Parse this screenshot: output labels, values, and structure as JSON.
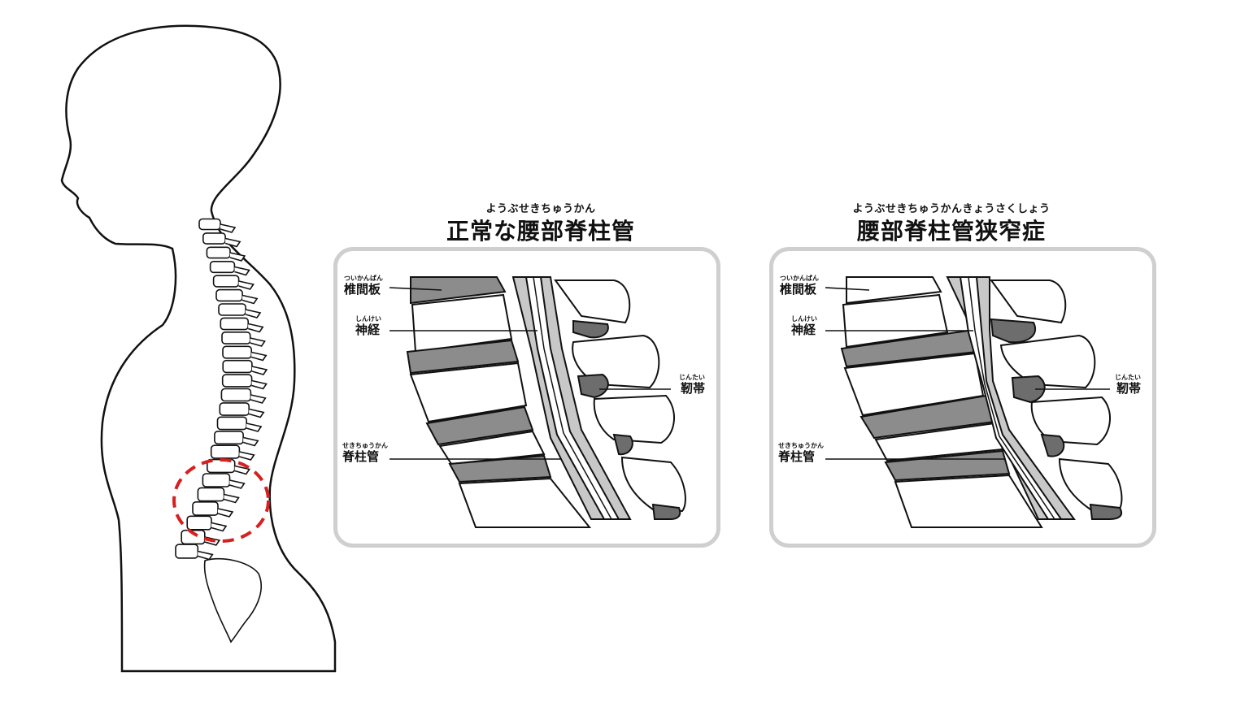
{
  "normal": {
    "title_ruby": "ようぶせきちゅうかん",
    "title": "正常な腰部脊柱管",
    "labels": {
      "disc": {
        "ruby": "ついかんばん",
        "text": "椎間板"
      },
      "nerve": {
        "ruby": "しんけい",
        "text": "神経"
      },
      "ligament": {
        "ruby": "じんたい",
        "text": "靭帯"
      },
      "canal": {
        "ruby": "せきちゅうかん",
        "text": "脊柱管"
      }
    }
  },
  "stenosis": {
    "title_ruby": "ようぶせきちゅうかんきょうさくしょう",
    "title": "腰部脊柱管狭窄症",
    "labels": {
      "disc": {
        "ruby": "ついかんばん",
        "text": "椎間板"
      },
      "nerve": {
        "ruby": "しんけい",
        "text": "神経"
      },
      "ligament": {
        "ruby": "じんたい",
        "text": "靭帯"
      },
      "canal": {
        "ruby": "せきちゅうかん",
        "text": "脊柱管"
      }
    }
  },
  "colors": {
    "panel_border": "#cfcfcf",
    "bone_gray": "#8c8c8c",
    "ligament": "#6d6d6d",
    "canal_fill": "#c8c8c8",
    "highlight_circle": "#d62020"
  },
  "icons": [
    "human-silhouette-icon",
    "spine-icon"
  ]
}
